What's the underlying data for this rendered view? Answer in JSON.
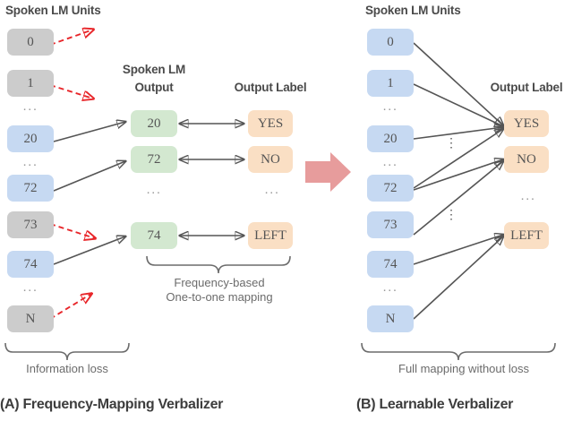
{
  "figure": {
    "panels": [
      {
        "id": "A",
        "caption": "(A) Frequency-Mapping Verbalizer",
        "headers": {
          "units": "Spoken LM Units",
          "lm_output_line1": "Spoken LM",
          "lm_output_line2": "Output",
          "output_label": "Output Label"
        },
        "unit_nodes": [
          {
            "text": "0",
            "color": "gray"
          },
          {
            "text": "1",
            "color": "gray"
          },
          {
            "text": "20",
            "color": "blue"
          },
          {
            "text": "72",
            "color": "blue"
          },
          {
            "text": "73",
            "color": "gray"
          },
          {
            "text": "74",
            "color": "blue"
          },
          {
            "text": "N",
            "color": "gray"
          }
        ],
        "ellipsis": "...",
        "lm_output_nodes": [
          {
            "text": "20",
            "color": "green"
          },
          {
            "text": "72",
            "color": "green"
          },
          {
            "text": "74",
            "color": "green"
          }
        ],
        "output_label_nodes": [
          {
            "text": "YES",
            "color": "orange"
          },
          {
            "text": "NO",
            "color": "orange"
          },
          {
            "text": "LEFT",
            "color": "orange"
          }
        ],
        "brace_left_text": "Information loss",
        "brace_mid_text": "Frequency-based\nOne-to-one mapping"
      },
      {
        "id": "B",
        "caption": "(B) Learnable Verbalizer",
        "headers": {
          "units": "Spoken LM Units",
          "output_label": "Output Label"
        },
        "unit_nodes": [
          {
            "text": "0",
            "color": "blue"
          },
          {
            "text": "1",
            "color": "blue"
          },
          {
            "text": "20",
            "color": "blue"
          },
          {
            "text": "72",
            "color": "blue"
          },
          {
            "text": "73",
            "color": "blue"
          },
          {
            "text": "74",
            "color": "blue"
          },
          {
            "text": "N",
            "color": "blue"
          }
        ],
        "ellipsis": "...",
        "vertical_ellipsis": "⋮",
        "output_label_nodes": [
          {
            "text": "YES",
            "color": "orange"
          },
          {
            "text": "NO",
            "color": "orange"
          },
          {
            "text": "LEFT",
            "color": "orange"
          }
        ],
        "brace_text": "Full mapping without loss"
      }
    ],
    "transition_arrow": "right-arrow",
    "colors": {
      "gray_unit": "#cccccc",
      "blue_unit": "#c6d9f2",
      "green_output": "#d3e8d0",
      "orange_label": "#fadfc4",
      "solid_edge": "#555555",
      "dashed_edge": "#e8262a",
      "transition_arrow": "#e79c9c",
      "text": "#555555"
    }
  }
}
